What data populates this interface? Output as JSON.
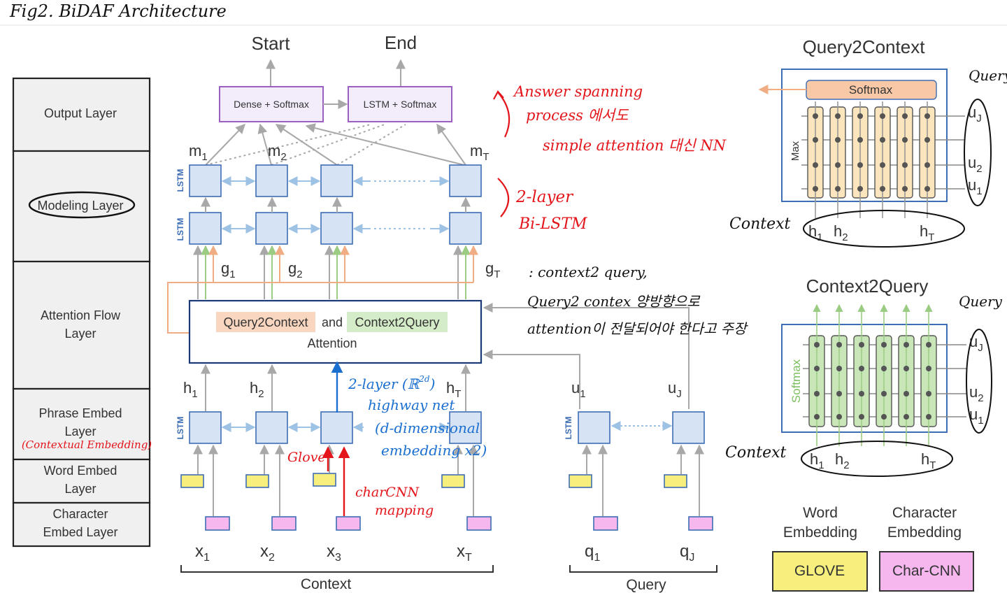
{
  "figure_title": "Fig2. BiDAF Architecture",
  "layers": [
    {
      "label": "Output  Layer"
    },
    {
      "label": "Modeling  Layer"
    },
    {
      "label": "Attention  Flow",
      "label2": "Layer"
    },
    {
      "label": "Phrase Embed",
      "label2": "Layer"
    },
    {
      "label": "Word Embed",
      "label2": "Layer"
    },
    {
      "label": "Character",
      "label2": "Embed Layer"
    }
  ],
  "output": {
    "start": "Start",
    "end": "End",
    "dense": "Dense  + Softmax",
    "lstm": "LSTM  + Softmax"
  },
  "lstm_tag": "LSTM",
  "modeling_labels": {
    "m1": "m",
    "m2": "m",
    "mT": "m",
    "s1": "1",
    "s2": "2",
    "sT": "T"
  },
  "g_labels": {
    "g1": "g",
    "g2": "g",
    "gT": "g",
    "s1": "1",
    "s2": "2",
    "sT": "T"
  },
  "attention": {
    "q2c": "Query2Context",
    "and": "and",
    "c2q": "Context2Query",
    "attn": "Attention"
  },
  "phrase_labels": {
    "h1": "h",
    "h2": "h",
    "hT": "h",
    "u1": "u",
    "uJ": "u",
    "s1": "1",
    "s2": "2",
    "sT": "T",
    "sJ": "J"
  },
  "inputs": {
    "x": "x",
    "q": "q",
    "s1": "1",
    "s2": "2",
    "s3": "3",
    "sT": "T",
    "sJ": "J",
    "context": "Context",
    "query": "Query"
  },
  "q2c_panel": {
    "title": "Query2Context",
    "softmax": "Softmax",
    "max": "Max",
    "context": "Context",
    "query": "Query",
    "h": "h",
    "u": "u",
    "s1": "1",
    "s2": "2",
    "sT": "T",
    "sJ": "J"
  },
  "c2q_panel": {
    "title": "Context2Query",
    "softmax": "Softmax",
    "context": "Context",
    "query": "Query",
    "h": "h",
    "u": "u",
    "s1": "1",
    "s2": "2",
    "sT": "T",
    "sJ": "J"
  },
  "legend": {
    "word": "Word",
    "word2": "Embedding",
    "char": "Character",
    "char2": "Embedding",
    "glove": "GLOVE",
    "charcnn": "Char-CNN"
  },
  "notes": {
    "answer1": "Answer spanning",
    "answer2": "process 에서도",
    "answer3": "simple attention 대신 NN",
    "bilstm1": "2-layer",
    "bilstm2": "Bi-LSTM",
    "flow1": ": context2 query,",
    "flow2": "Query2 contex  양방향으로",
    "flow3": "attention이 전달되어야 한다고 주장",
    "contextual": "(Contextual Embedding)",
    "highway1": "2-layer (ℝ",
    "highway_sup": "2d",
    "highway_close": ")",
    "highway2": "highway net",
    "highway3": "(d-dimensional",
    "highway4": "embedding x2)",
    "glove": "Glove",
    "charcnn1": "charCNN",
    "charcnn2": "mapping"
  },
  "colors": {
    "cell": "#d6e3f5",
    "glove": "#f6ef7d",
    "char": "#f6b7ef",
    "output_box": "#9b5fc0",
    "q2c_tint": "#f9d6c0",
    "c2q_tint": "#d5ecc8",
    "annotation_red": "#e3151b",
    "annotation_blue": "#1a6fd1"
  }
}
